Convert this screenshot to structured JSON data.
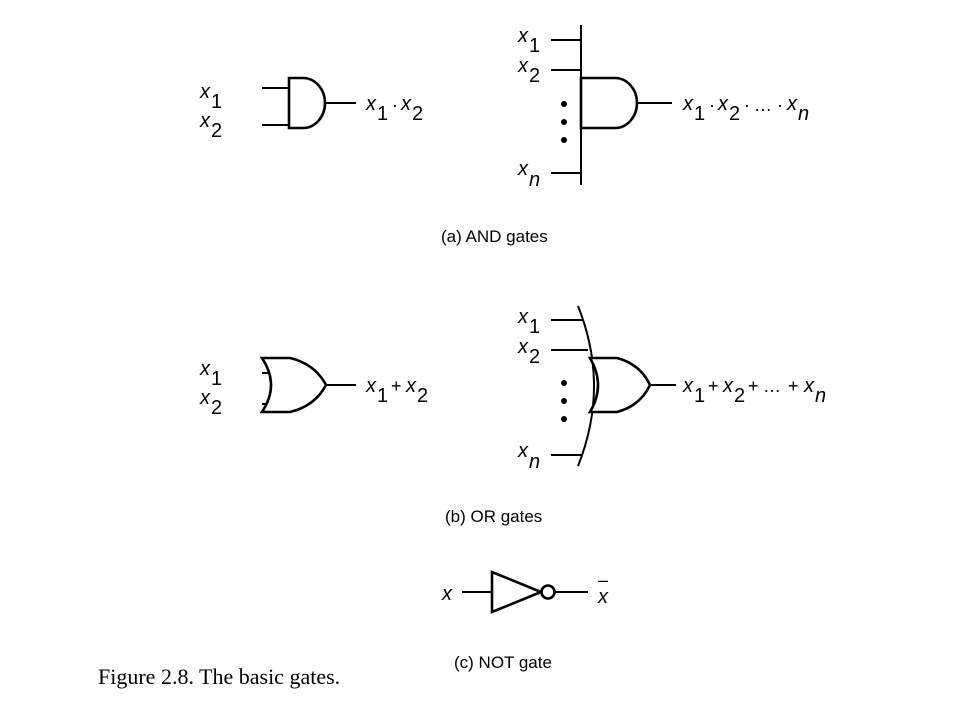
{
  "and_2": {
    "in1_var": "x",
    "in1_sub": "1",
    "in2_var": "x",
    "in2_sub": "2",
    "out_a_var": "x",
    "out_a_sub": "1",
    "out_dot": "·",
    "out_b_var": "x",
    "out_b_sub": "2"
  },
  "and_n": {
    "in1_var": "x",
    "in1_sub": "1",
    "in2_var": "x",
    "in2_sub": "2",
    "inn_var": "x",
    "inn_sub": "n",
    "out_a_var": "x",
    "out_a_sub": "1",
    "out_dot1": "·",
    "out_b_var": "x",
    "out_b_sub": "2",
    "out_dot2": "·",
    "out_ellipsis": "…",
    "out_dot3": "·",
    "out_c_var": "x",
    "out_c_sub": "n"
  },
  "caption_a": "(a) AND gates",
  "or_2": {
    "in1_var": "x",
    "in1_sub": "1",
    "in2_var": "x",
    "in2_sub": "2",
    "out_a_var": "x",
    "out_a_sub": "1",
    "out_plus": "+",
    "out_b_var": "x",
    "out_b_sub": "2"
  },
  "or_n": {
    "in1_var": "x",
    "in1_sub": "1",
    "in2_var": "x",
    "in2_sub": "2",
    "inn_var": "x",
    "inn_sub": "n",
    "out_a_var": "x",
    "out_a_sub": "1",
    "out_plus1": "+",
    "out_b_var": "x",
    "out_b_sub": "2",
    "out_plus2": "+",
    "out_ellipsis": "…",
    "out_plus3": "+",
    "out_c_var": "x",
    "out_c_sub": "n"
  },
  "caption_b": "(b) OR gates",
  "not_gate": {
    "in_var": "x",
    "out_var": "x",
    "out_bar": "–"
  },
  "caption_c": "(c) NOT gate",
  "figure_title": "Figure 2.8.  The basic gates."
}
